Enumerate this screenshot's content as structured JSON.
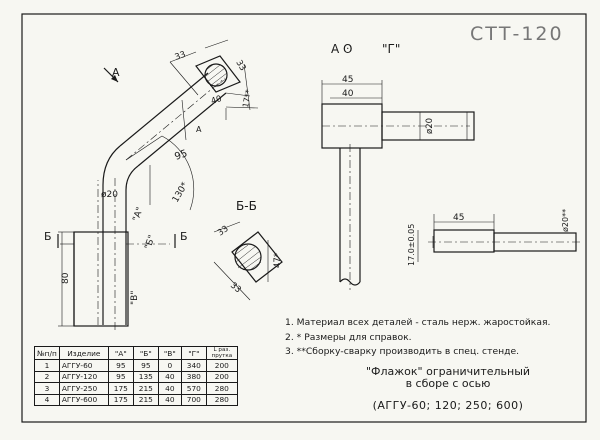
{
  "drawing": {
    "doc_code": "СТТ-120",
    "view_label": "А ʘ",
    "view_name": "\"Г\"",
    "section_label": "Б-Б",
    "notes": [
      "1. Материал всех деталей - сталь нерж. жаростойкая.",
      "2. * Размеры для справок.",
      "3. **Сборку-сварку производить в спец. стенде."
    ],
    "title_line1": "\"Флажок\" ограничительный",
    "title_line2": "в сборе с осью",
    "title_line3": "(АГГУ-60; 120; 250; 600)"
  },
  "dimensions": {
    "d33_top": "33",
    "d33_side": "33",
    "d40": "40",
    "d17": "17**",
    "d95": "95",
    "d130": "130*",
    "d20": "ø20",
    "d80": "80",
    "sec_33a": "33",
    "sec_33b": "33",
    "sec_47": "47*",
    "g45": "45",
    "g40": "40",
    "g20": "ø20",
    "r45": "45",
    "r17": "17.0±0.05",
    "r20": "ø20**",
    "arrowA": "А",
    "arrowB1": "Б",
    "arrowB2": "Б",
    "labA": "\"А\"",
    "labB": "\"Б\"",
    "labV": "\"В\"",
    "markA": "А"
  },
  "table": {
    "headers": [
      "№п/п",
      "Изделие",
      "\"А\"",
      "\"Б\"",
      "\"В\"",
      "\"Г\"",
      "L раз. прутка"
    ],
    "rows": [
      [
        "1",
        "АГГУ-60",
        "95",
        "95",
        "0",
        "340",
        "200"
      ],
      [
        "2",
        "АГГУ-120",
        "95",
        "135",
        "40",
        "380",
        "200"
      ],
      [
        "3",
        "АГГУ-250",
        "175",
        "215",
        "40",
        "570",
        "280"
      ],
      [
        "4",
        "АГГУ-600",
        "175",
        "215",
        "40",
        "700",
        "280"
      ]
    ]
  }
}
